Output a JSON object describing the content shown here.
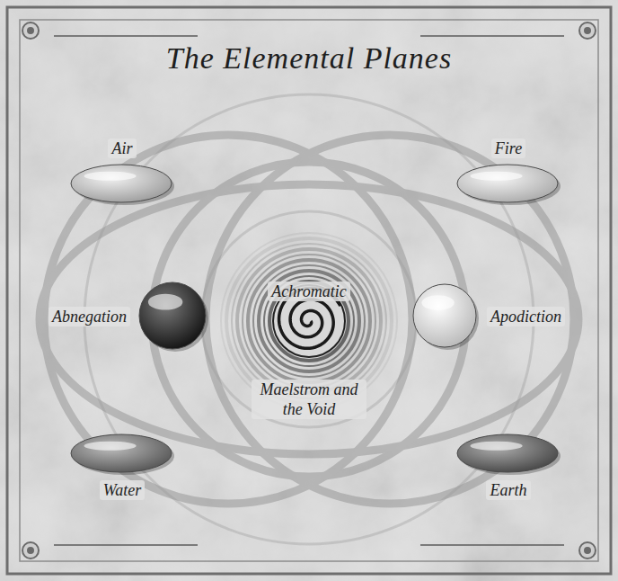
{
  "diagram": {
    "title": "The Elemental Planes",
    "nodes": [
      {
        "text": [
          "Air"
        ]
      },
      {
        "text": [
          "Fire"
        ]
      },
      {
        "text": [
          "Abnegation"
        ]
      },
      {
        "text": [
          "Achromatic",
          "Maelstrom and the Void"
        ]
      },
      {
        "text": [
          "Apodiction"
        ]
      },
      {
        "text": [
          "Water"
        ]
      },
      {
        "text": [
          "Earth"
        ]
      }
    ]
  }
}
